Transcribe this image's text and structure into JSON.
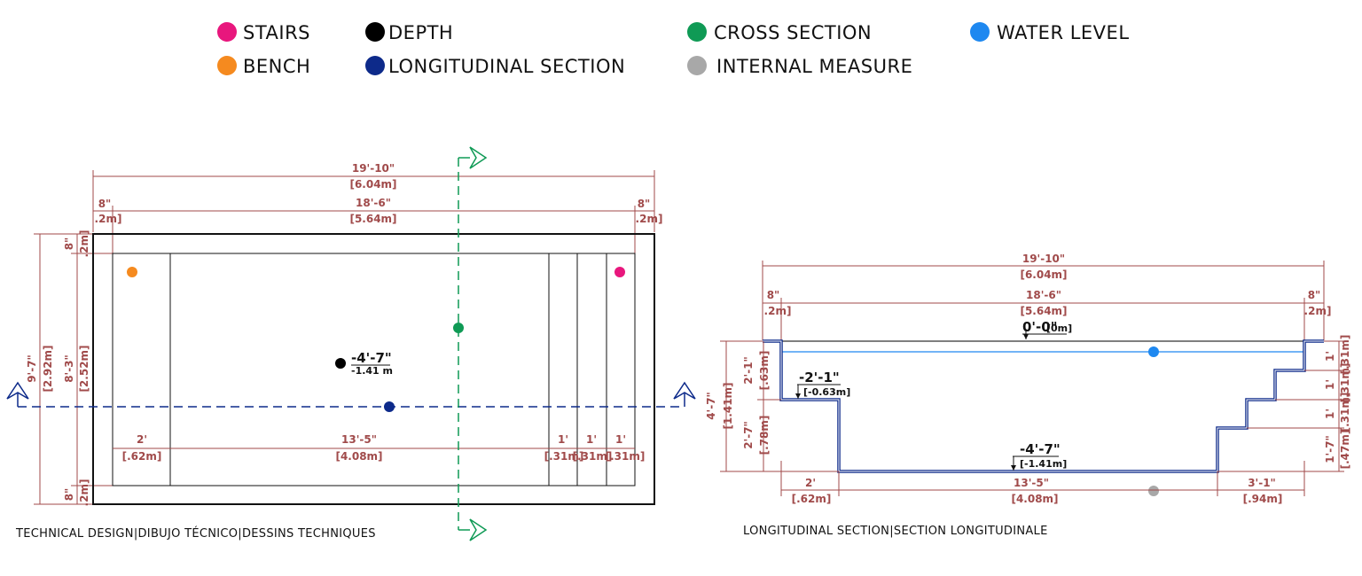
{
  "legend": [
    {
      "id": "stairs",
      "label": "STAIRS",
      "color": "#e8177d"
    },
    {
      "id": "bench",
      "label": "BENCH",
      "color": "#f58a1f"
    },
    {
      "id": "depth",
      "label": "DEPTH",
      "color": "#000000"
    },
    {
      "id": "longitudinal",
      "label": "LONGITUDINAL SECTION",
      "color": "#0d2a8a"
    },
    {
      "id": "cross",
      "label": "CROSS SECTION",
      "color": "#0f9a55"
    },
    {
      "id": "internal",
      "label": "INTERNAL MEASURE",
      "color": "#a8a8a8"
    },
    {
      "id": "water",
      "label": "WATER LEVEL",
      "color": "#1e88f0"
    }
  ],
  "colors": {
    "dimension": "#a04a4a",
    "outline": "#111111",
    "section_line": "#0d2a8a",
    "water_line": "#1e88f0",
    "cross_line": "#0f9a55"
  },
  "plan": {
    "caption": "TECHNICAL DESIGN|DIBUJO TÉCNICO|DESSINS TECHNIQUES",
    "overall_ft": "19'-10\"",
    "overall_m": "[6.04m]",
    "wall_left_ft": "8\"",
    "wall_left_m": ".2m]",
    "inner_ft": "18'-6\"",
    "inner_m": "[5.64m]",
    "wall_right_ft": "8\"",
    "wall_right_m": ".2m]",
    "height_total_ft": "9'-7\"",
    "height_total_m": "[2.92m]",
    "height_inner_ft": "8'-3\"",
    "height_inner_m": "[2.52m]",
    "wall_top_ft": "8\"",
    "wall_top_m": ".2m]",
    "wall_bottom_ft": "8\"",
    "wall_bottom_m": ".2m]",
    "bench_ft": "2'",
    "bench_m": "[.62m]",
    "floor_ft": "13'-5\"",
    "floor_m": "[4.08m]",
    "step1_ft": "1'",
    "step1_m": "[.31m]",
    "step2_ft": "1'",
    "step2_m": "[.31m]",
    "step3_ft": "1'",
    "step3_m": "[.31m]",
    "depth_ft": "-4'-7\"",
    "depth_m": "-1.41 m"
  },
  "section": {
    "caption": "LONGITUDINAL SECTION|SECTION LONGITUDINALE",
    "overall_ft": "19'-10\"",
    "overall_m": "[6.04m]",
    "wall_left_ft": "8\"",
    "wall_left_m": ".2m]",
    "inner_ft": "18'-6\"",
    "inner_m": "[5.64m]",
    "wall_right_ft": "8\"",
    "wall_right_m": ".2m]",
    "top_level": "0'-0\"",
    "top_level_m": "[0m]",
    "bench_level": "-2'-1\"",
    "bench_level_m": "[-0.63m]",
    "bottom_level": "-4'-7\"",
    "bottom_level_m": "[-1.41m]",
    "total_depth_ft": "4'-7\"",
    "total_depth_m": "[1.41m]",
    "bench_depth_ft": "2'-1\"",
    "bench_depth_m": "[.63m]",
    "lower_depth_ft": "2'-7\"",
    "lower_depth_m": "[.78m]",
    "bench_width_ft": "2'",
    "bench_width_m": "[.62m]",
    "floor_ft": "13'-5\"",
    "floor_m": "[4.08m]",
    "stairs_run_ft": "3'-1\"",
    "stairs_run_m": "[.94m]",
    "riser1_ft": "1'",
    "riser1_m": "[.31m]",
    "riser2_ft": "1'",
    "riser2_m": "[.31m]",
    "riser3_ft": "1'",
    "riser3_m": "[.31m]",
    "riser_last_ft": "1'-7\"",
    "riser_last_m": "[.47m]"
  }
}
